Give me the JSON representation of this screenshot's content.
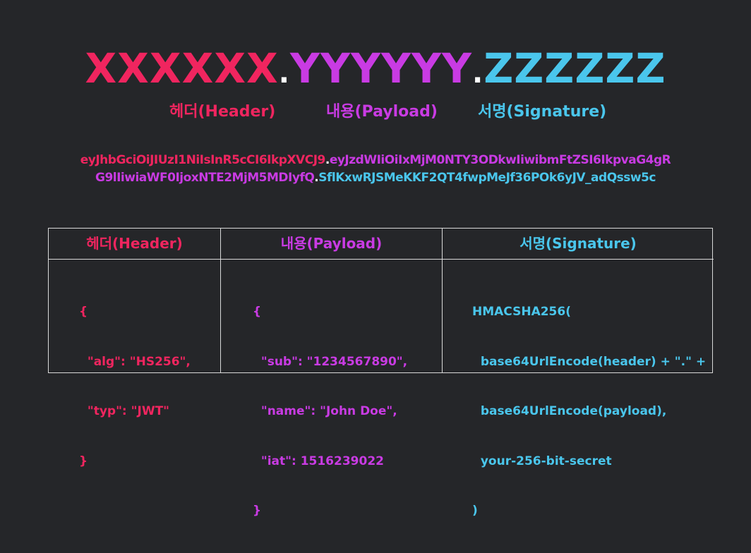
{
  "headline": {
    "header_part": "XXXXXX",
    "separator": ".",
    "payload_part": "YYYYYY",
    "signature_part": "ZZZZZZ"
  },
  "labels": {
    "header": "헤더(Header)",
    "payload": "내용(Payload)",
    "signature": "서명(Signature)"
  },
  "token": {
    "line1_header": "eyJhbGciOiJIUzI1NiIsInR5cCI6IkpXVCJ9",
    "line1_dot": ".",
    "line1_payload": "eyJzdWIiOiIxMjM0NTY3ODkwIiwibmFtZSI6IkpvaG4gR",
    "line2_payload": "G9lIiwiaWF0IjoxNTE2MjM5MDIyfQ",
    "line2_dot": ".",
    "line2_signature": "SflKxwRJSMeKKF2QT4fwpMeJf36POk6yJV_adQssw5c"
  },
  "table": {
    "header_col": {
      "title": "헤더(Header)",
      "lines": [
        "{",
        "  \"alg\": \"HS256\",",
        "  \"typ\": \"JWT\"",
        "}"
      ]
    },
    "payload_col": {
      "title": "내용(Payload)",
      "lines": [
        "{",
        "  \"sub\": \"1234567890\",",
        "  \"name\": \"John Doe\",",
        "  \"iat\": 1516239022",
        "}"
      ]
    },
    "signature_col": {
      "title": "서명(Signature)",
      "lines": [
        "HMACSHA256(",
        "  base64UrlEncode(header) + \".\" +",
        "  base64UrlEncode(payload),",
        "  your-256-bit-secret",
        ")"
      ]
    }
  },
  "colors": {
    "header": "#f0255f",
    "payload": "#c93be3",
    "signature": "#4ac6ec",
    "background": "#252629"
  }
}
